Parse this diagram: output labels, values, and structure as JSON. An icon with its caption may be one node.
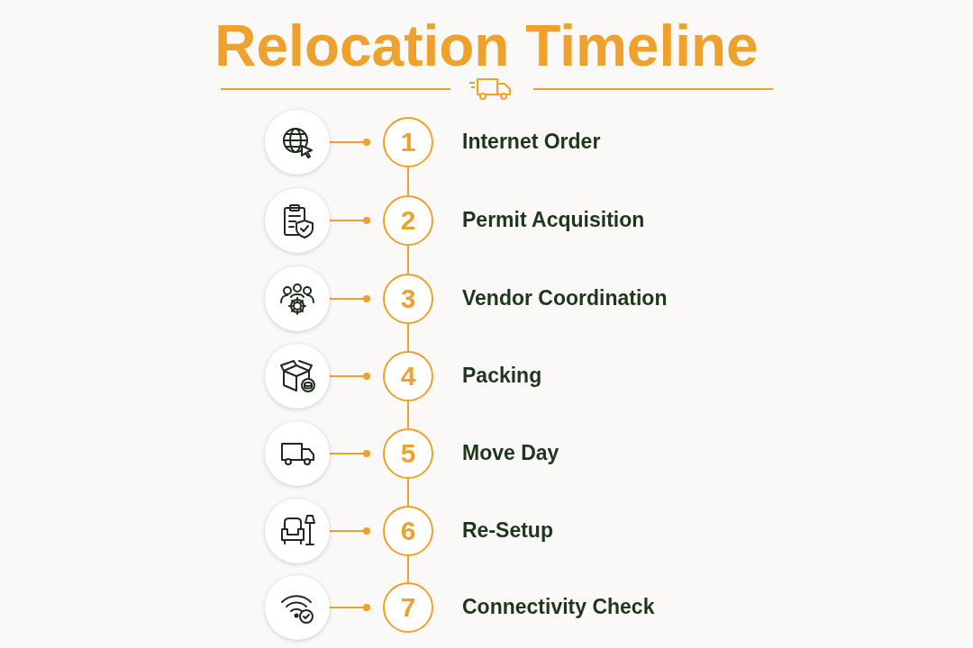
{
  "diagram": {
    "title": "Relocation Timeline",
    "nodes": [
      {
        "text": [],
        "shape": "circle"
      },
      {
        "text": [
          "1"
        ],
        "beside": [
          "Internet Order"
        ]
      },
      {
        "text": [],
        "shape": "circle"
      },
      {
        "text": [
          "2"
        ],
        "beside": [
          "Permit Acquisition"
        ]
      },
      {
        "text": [],
        "shape": "circle"
      },
      {
        "text": [
          "3"
        ],
        "beside": [
          "Vendor Coordination"
        ]
      },
      {
        "text": [],
        "shape": "circle"
      },
      {
        "text": [
          "4"
        ],
        "beside": [
          "Packing"
        ]
      },
      {
        "text": [],
        "shape": "circle"
      },
      {
        "text": [
          "5"
        ],
        "beside": [
          "Move Day"
        ]
      },
      {
        "text": [],
        "shape": "circle"
      },
      {
        "text": [
          "6"
        ],
        "beside": [
          "Re-Setup"
        ]
      },
      {
        "text": [],
        "shape": "circle"
      },
      {
        "text": [
          "7"
        ],
        "beside": [
          "Connectivity Check"
        ]
      }
    ],
    "edges": [
      {
        "from": 0,
        "to": 1,
        "arrow": "other"
      },
      {
        "from": 2,
        "to": 3,
        "arrow": "other"
      },
      {
        "from": 4,
        "to": 5,
        "arrow": "other"
      },
      {
        "from": 6,
        "to": 7,
        "arrow": "other"
      },
      {
        "from": 8,
        "to": 9,
        "arrow": "other"
      },
      {
        "from": 10,
        "to": 11,
        "arrow": "other"
      },
      {
        "from": 12,
        "to": 13,
        "arrow": "other"
      },
      {
        "from": 1,
        "to": 3,
        "arrow": "none"
      },
      {
        "from": 3,
        "to": 5,
        "arrow": "none"
      },
      {
        "from": 5,
        "to": 7,
        "arrow": "none"
      },
      {
        "from": 7,
        "to": 9,
        "arrow": "none"
      },
      {
        "from": 9,
        "to": 11,
        "arrow": "none"
      },
      {
        "from": 11,
        "to": 13,
        "arrow": "none"
      }
    ]
  }
}
